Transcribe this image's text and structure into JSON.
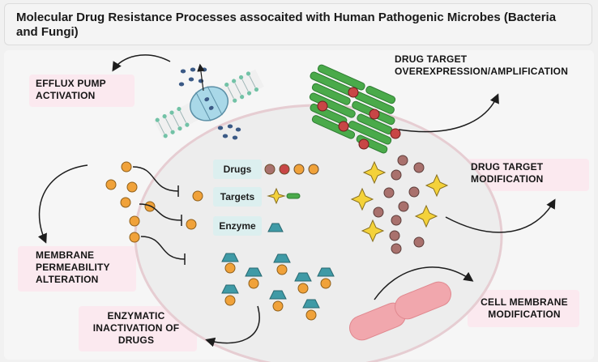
{
  "title": "Molecular Drug Resistance Processes assocaited with Human Pathogenic Microbes (Bacteria and Fungi)",
  "labels": {
    "efflux": "EFFLUX PUMP ACTIVATION",
    "overexpression": "DRUG TARGET OVEREXPRESSION/AMPLIFICATION",
    "modification": "DRUG TARGET MODIFICATION",
    "permeability": "MEMBRANE PERMEABILITY ALTERATION",
    "enzymatic": "ENZYMATIC INACTIVATION OF DRUGS",
    "cell_membrane": "CELL MEMBRANE MODIFICATION"
  },
  "legend": {
    "drugs": "Drugs",
    "targets": "Targets",
    "enzyme": "Enzyme"
  },
  "colors": {
    "drug_orange": "#f0a23a",
    "drug_brown": "#a9716d",
    "drug_red": "#c84646",
    "target_star": "#f4d23a",
    "target_green": "#4aaa4a",
    "enzyme_teal": "#3f9aa6",
    "cell_fill": "#eeeaea",
    "cell_border": "#e5c9cf",
    "pink_rod": "#f1a7ad",
    "label_bg": "#fbe9ef",
    "legend_bg": "#dcefef"
  }
}
